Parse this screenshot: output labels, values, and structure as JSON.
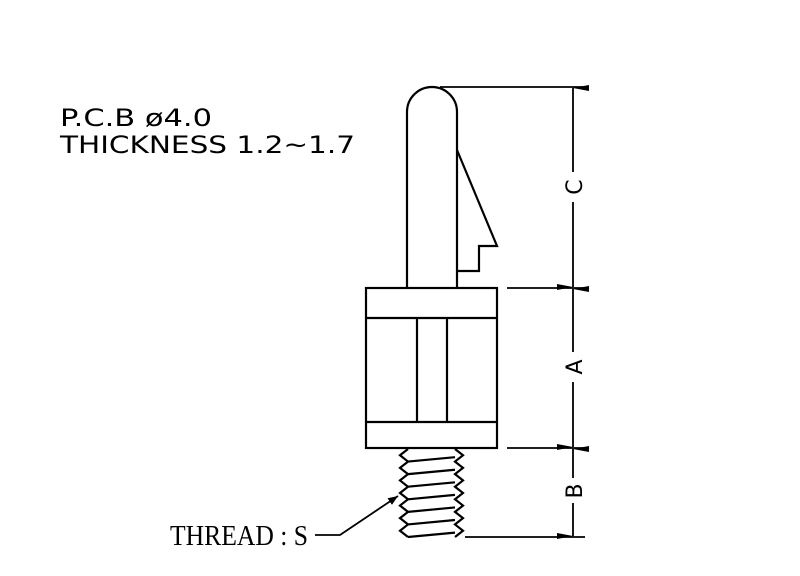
{
  "notes": {
    "line1": "P.C.B ø4.0",
    "line2": "THICKNESS  1.2~1.7"
  },
  "dimensions": {
    "c_label": "C",
    "a_label": "A",
    "b_label": "B"
  },
  "thread_callout": "THREAD : S"
}
